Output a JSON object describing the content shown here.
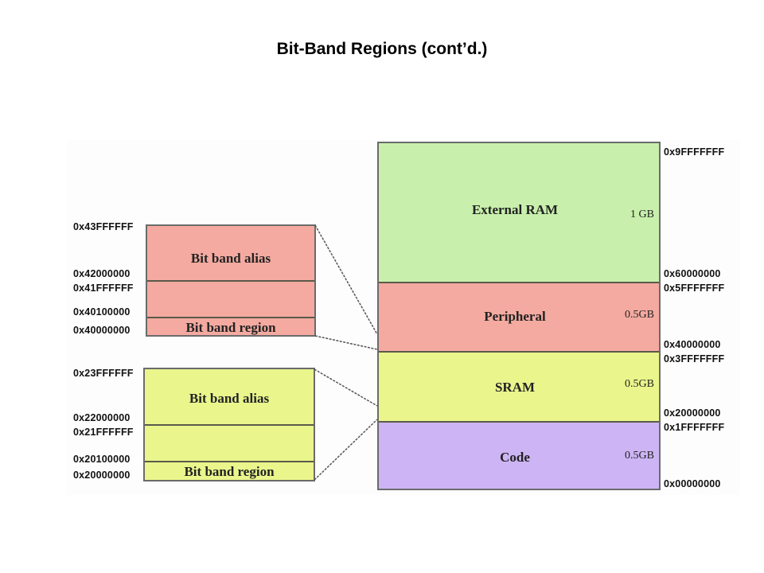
{
  "title": "Bit-Band Regions (cont’d.)",
  "colors": {
    "external_ram": "#c8f0ac",
    "peripheral": "#f4aaa0",
    "sram": "#eaf58c",
    "code": "#cdb4f4",
    "border": "#6b6b6b",
    "connector": "#555555"
  },
  "memory_map": {
    "regions": [
      {
        "name": "External RAM",
        "size": "1 GB",
        "start": "0x60000000",
        "end": "0x9FFFFFFF"
      },
      {
        "name": "Peripheral",
        "size": "0.5GB",
        "start": "0x40000000",
        "end": "0x5FFFFFFF"
      },
      {
        "name": "SRAM",
        "size": "0.5GB",
        "start": "0x20000000",
        "end": "0x3FFFFFFF"
      },
      {
        "name": "Code",
        "size": "0.5GB",
        "start": "0x00000000",
        "end": "0x1FFFFFFF"
      }
    ]
  },
  "peripheral_detail": {
    "alias_label": "Bit band alias",
    "region_label": "Bit band region",
    "addresses": [
      "0x43FFFFFF",
      "0x42000000",
      "0x41FFFFFF",
      "0x40100000",
      "0x40000000"
    ]
  },
  "sram_detail": {
    "alias_label": "Bit band alias",
    "region_label": "Bit band region",
    "addresses": [
      "0x23FFFFFF",
      "0x22000000",
      "0x21FFFFFF",
      "0x20100000",
      "0x20000000"
    ]
  }
}
